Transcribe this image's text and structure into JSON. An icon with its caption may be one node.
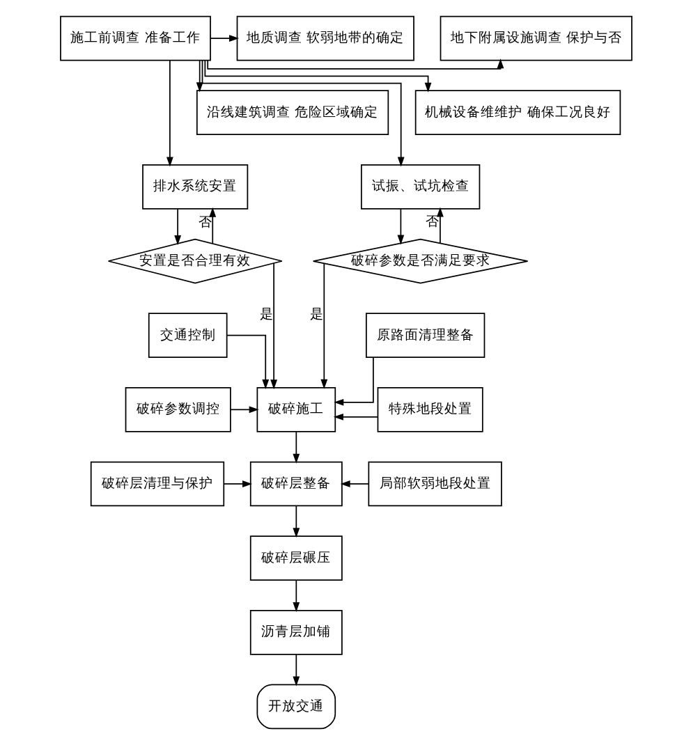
{
  "diagram": {
    "nodes": [
      {
        "text": [
          "施工前调查 准备工作"
        ]
      },
      {
        "text": [
          "地质调查 软弱地带的确定"
        ]
      },
      {
        "text": [
          "沿线建筑调查 危险区域确定"
        ]
      },
      {
        "text": [
          "地下附属设施调查 保护与否"
        ]
      },
      {
        "text": [
          "机械设备维维护 确保工况良好"
        ]
      },
      {
        "text": [
          "排水系统安置"
        ]
      },
      {
        "text": [
          "试振、试坑检查"
        ]
      },
      {
        "text": [
          "安置是否合理有效"
        ]
      },
      {
        "text": [
          "破碎参数是否满足要求"
        ]
      },
      {
        "text": [
          "交通控制"
        ]
      },
      {
        "text": [
          "原路面清理整备"
        ]
      },
      {
        "text": [
          "破碎参数调控"
        ]
      },
      {
        "text": [
          "破碎施工"
        ]
      },
      {
        "text": [
          "特殊地段处置"
        ]
      },
      {
        "text": [
          "破碎层清理与保护"
        ]
      },
      {
        "text": [
          "破碎层整备"
        ]
      },
      {
        "text": [
          "局部软弱地段处置"
        ]
      },
      {
        "text": [
          "破碎层碾压"
        ]
      },
      {
        "text": [
          "沥青层加铺"
        ]
      },
      {
        "text": [
          "开放交通"
        ]
      }
    ],
    "edges": [
      {
        "from": 0,
        "to": 1,
        "arrow": "to"
      },
      {
        "from": 0,
        "to": 2,
        "arrow": "to"
      },
      {
        "from": 0,
        "to": 3,
        "arrow": "to"
      },
      {
        "from": 0,
        "to": 4,
        "arrow": "to"
      },
      {
        "from": 0,
        "to": 5,
        "arrow": "to"
      },
      {
        "from": 0,
        "to": 6,
        "arrow": "to"
      },
      {
        "from": 5,
        "to": 7,
        "arrow": "to"
      },
      {
        "from": 6,
        "to": 8,
        "arrow": "to"
      },
      {
        "from": 7,
        "to": 5,
        "arrow": "to",
        "label": "否"
      },
      {
        "from": 8,
        "to": 6,
        "arrow": "to",
        "label": "否"
      },
      {
        "from": 7,
        "to": 12,
        "arrow": "to",
        "label": "是"
      },
      {
        "from": 8,
        "to": 12,
        "arrow": "to",
        "label": "是"
      },
      {
        "from": 9,
        "to": 12,
        "arrow": "to"
      },
      {
        "from": 10,
        "to": 12,
        "arrow": "to"
      },
      {
        "from": 11,
        "to": 12,
        "arrow": "to"
      },
      {
        "from": 13,
        "to": 12,
        "arrow": "to"
      },
      {
        "from": 12,
        "to": 15,
        "arrow": "to"
      },
      {
        "from": 14,
        "to": 15,
        "arrow": "to"
      },
      {
        "from": 16,
        "to": 15,
        "arrow": "to"
      },
      {
        "from": 15,
        "to": 17,
        "arrow": "to"
      },
      {
        "from": 17,
        "to": 18,
        "arrow": "to"
      },
      {
        "from": 18,
        "to": 19,
        "arrow": "to"
      }
    ]
  }
}
